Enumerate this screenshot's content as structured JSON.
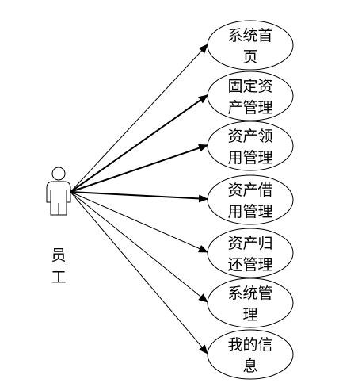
{
  "actor": {
    "name_line1": "员",
    "name_line2": "工"
  },
  "use_cases": [
    {
      "line1": "系统首",
      "line2": "页"
    },
    {
      "line1": "固定资",
      "line2": "产管理"
    },
    {
      "line1": "资产领",
      "line2": "用管理"
    },
    {
      "line1": "资产借",
      "line2": "用管理"
    },
    {
      "line1": "资产归",
      "line2": "还管理"
    },
    {
      "line1": "系统管",
      "line2": "理"
    },
    {
      "line1": "我的信",
      "line2": "息"
    }
  ],
  "colors": {
    "stroke": "#000000",
    "background": "#ffffff"
  }
}
